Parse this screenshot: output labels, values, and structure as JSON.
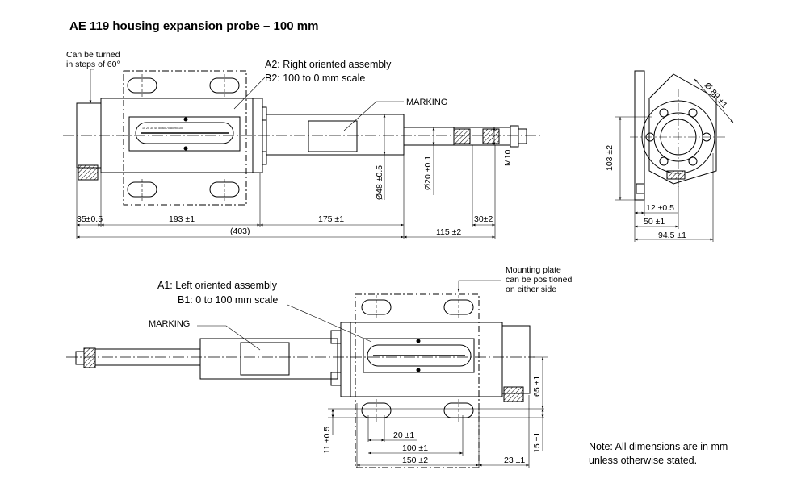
{
  "title": "AE 119 housing expansion probe – 100 mm",
  "top_view": {
    "turn_note": [
      "Can be turned",
      "in steps of 60°"
    ],
    "assembly": "A2: Right oriented assembly",
    "scale": "B2: 100 to 0 mm scale",
    "marking": "MARKING",
    "dims": {
      "d35": "35±0.5",
      "d193": "193 ±1",
      "d175": "175 ±1",
      "d30": "30±2",
      "d403": "(403)",
      "d115": "115 ±2",
      "d48": "Ø48 ±0.5",
      "d20": "Ø20 ±0.1",
      "m10": "M10"
    },
    "scale_ticks": "10 20 30 40 50 60 70 80 90 100"
  },
  "side_view": {
    "d89": "Ø 89 ±1",
    "d103": "103 ±2",
    "d12": "12 ±0.5",
    "d50": "50 ±1",
    "d94": "94.5 ±1"
  },
  "bottom_view": {
    "assembly": "A1: Left oriented assembly",
    "scale": "B1: 0 to 100 mm scale",
    "marking": "MARKING",
    "mounting_note": [
      "Mounting plate",
      "can be positioned",
      "on either side"
    ],
    "dims": {
      "d11": "11 ±0.5",
      "d20": "20 ±1",
      "d100": "100 ±1",
      "d150": "150 ±2",
      "d23": "23 ±1",
      "d65": "65 ±1",
      "d15": "15 ±1"
    }
  },
  "note": [
    "Note: All dimensions are in mm",
    "unless otherwise stated."
  ]
}
